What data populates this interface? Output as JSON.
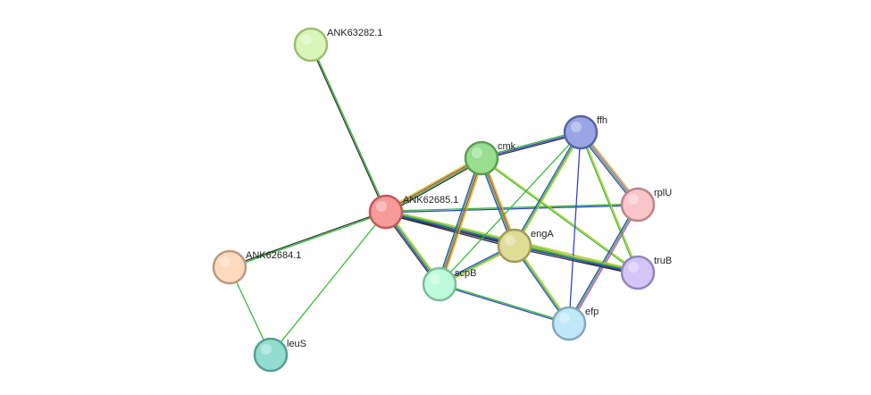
{
  "network": {
    "nodes": [
      {
        "id": "ANK63282.1",
        "label": "ANK63282.1",
        "fill": "#d9f5b8",
        "stroke": "#9cbc73"
      },
      {
        "id": "ANK62685.1",
        "label": "ANK62685.1",
        "fill": "#f79a9a",
        "stroke": "#c35858"
      },
      {
        "id": "ANK62684.1",
        "label": "ANK62684.1",
        "fill": "#fdd9bd",
        "stroke": "#b99a80"
      },
      {
        "id": "leuS",
        "label": "leuS",
        "fill": "#92dcd0",
        "stroke": "#569e93"
      },
      {
        "id": "cmk",
        "label": "cmk",
        "fill": "#97de8e",
        "stroke": "#5c9e54"
      },
      {
        "id": "ffh",
        "label": "ffh",
        "fill": "#9aa5e5",
        "stroke": "#5862a6"
      },
      {
        "id": "rplU",
        "label": "rplU",
        "fill": "#f9c5c8",
        "stroke": "#b98589"
      },
      {
        "id": "engA",
        "label": "engA",
        "fill": "#dedc97",
        "stroke": "#9e9c5a"
      },
      {
        "id": "scpB",
        "label": "scpB",
        "fill": "#bdfcd8",
        "stroke": "#7ebc9a"
      },
      {
        "id": "truB",
        "label": "truB",
        "fill": "#d4c5f9",
        "stroke": "#9584bd"
      },
      {
        "id": "efp",
        "label": "efp",
        "fill": "#c1e7fb",
        "stroke": "#82a8bd"
      }
    ],
    "edges": [
      {
        "source": "ANK63282.1",
        "target": "ANK62685.1",
        "colors": [
          "#33bb33",
          "#333333"
        ]
      },
      {
        "source": "ANK62685.1",
        "target": "ANK62684.1",
        "colors": [
          "#33bb33",
          "#333333"
        ]
      },
      {
        "source": "ANK62685.1",
        "target": "leuS",
        "colors": [
          "#33bb33"
        ]
      },
      {
        "source": "ANK62684.1",
        "target": "leuS",
        "colors": [
          "#33bb33"
        ]
      },
      {
        "source": "ANK62685.1",
        "target": "cmk",
        "colors": [
          "#bbcc33",
          "#dd3333",
          "#33bb33",
          "#333333"
        ]
      },
      {
        "source": "ANK62685.1",
        "target": "rplU",
        "colors": [
          "#33bb33",
          "#3344cc"
        ]
      },
      {
        "source": "ANK62685.1",
        "target": "engA",
        "colors": [
          "#bbcc33",
          "#33bb33",
          "#3344cc",
          "#333333"
        ]
      },
      {
        "source": "ANK62685.1",
        "target": "scpB",
        "colors": [
          "#bbcc33",
          "#33bb33",
          "#3344cc",
          "#333333"
        ]
      },
      {
        "source": "ANK62685.1",
        "target": "truB",
        "colors": [
          "#bbcc33",
          "#33bb33",
          "#3344cc",
          "#333333"
        ]
      },
      {
        "source": "cmk",
        "target": "ffh",
        "colors": [
          "#33bb33",
          "#3344cc",
          "#333333"
        ]
      },
      {
        "source": "cmk",
        "target": "engA",
        "colors": [
          "#bbcc33",
          "#dd3333",
          "#33bb33",
          "#3344cc"
        ]
      },
      {
        "source": "cmk",
        "target": "scpB",
        "colors": [
          "#bbcc33",
          "#dd3333",
          "#33bb33",
          "#3344cc"
        ]
      },
      {
        "source": "cmk",
        "target": "truB",
        "colors": [
          "#bbcc33",
          "#33bb33"
        ]
      },
      {
        "source": "ffh",
        "target": "rplU",
        "colors": [
          "#bbcc33",
          "#dd44cc",
          "#33bb33",
          "#3344cc"
        ]
      },
      {
        "source": "ffh",
        "target": "engA",
        "colors": [
          "#bbcc33",
          "#33bb33",
          "#3344cc"
        ]
      },
      {
        "source": "ffh",
        "target": "truB",
        "colors": [
          "#bbcc33",
          "#33bb33"
        ]
      },
      {
        "source": "ffh",
        "target": "efp",
        "colors": [
          "#3344cc"
        ]
      },
      {
        "source": "rplU",
        "target": "efp",
        "colors": [
          "#dd44cc",
          "#33bb33",
          "#3344cc"
        ]
      },
      {
        "source": "engA",
        "target": "scpB",
        "colors": [
          "#bbcc33",
          "#33bb33",
          "#3344cc"
        ]
      },
      {
        "source": "engA",
        "target": "truB",
        "colors": [
          "#bbcc33",
          "#33bb33",
          "#3344cc",
          "#333333"
        ]
      },
      {
        "source": "engA",
        "target": "efp",
        "colors": [
          "#bbcc33",
          "#33bb33",
          "#3344cc"
        ]
      },
      {
        "source": "scpB",
        "target": "efp",
        "colors": [
          "#33bb33",
          "#3344cc"
        ]
      },
      {
        "source": "scpB",
        "target": "ffh",
        "colors": [
          "#33bb33"
        ]
      }
    ]
  }
}
